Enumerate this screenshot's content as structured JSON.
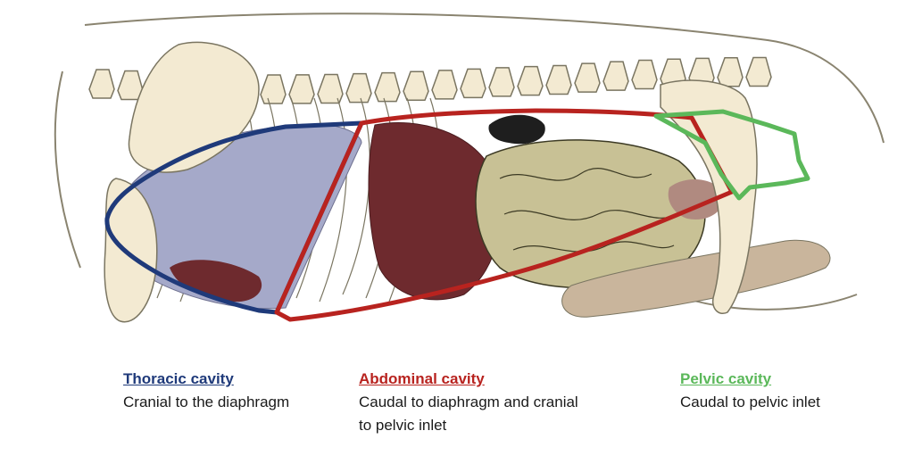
{
  "colors": {
    "thoracic": "#1f3a7a",
    "abdominal": "#b8231f",
    "pelvic": "#5bb85a",
    "bone": "#f3ead2",
    "bone_outline": "#7a7561",
    "lung": "#a5a9c9",
    "liver": "#6e2a2e",
    "intestine": "#c8c195",
    "intestine_dark": "#3c3a24",
    "kidney": "#2a2a2a",
    "tissue": "#c9b59c"
  },
  "legend": [
    {
      "id": "thoracic",
      "title": "Thoracic cavity",
      "description": "Cranial to the diaphragm"
    },
    {
      "id": "abdominal",
      "title": "Abdominal cavity",
      "description": "Caudal to diaphragm and cranial to pelvic inlet"
    },
    {
      "id": "pelvic",
      "title": "Pelvic cavity",
      "description": "Caudal to pelvic inlet"
    }
  ]
}
